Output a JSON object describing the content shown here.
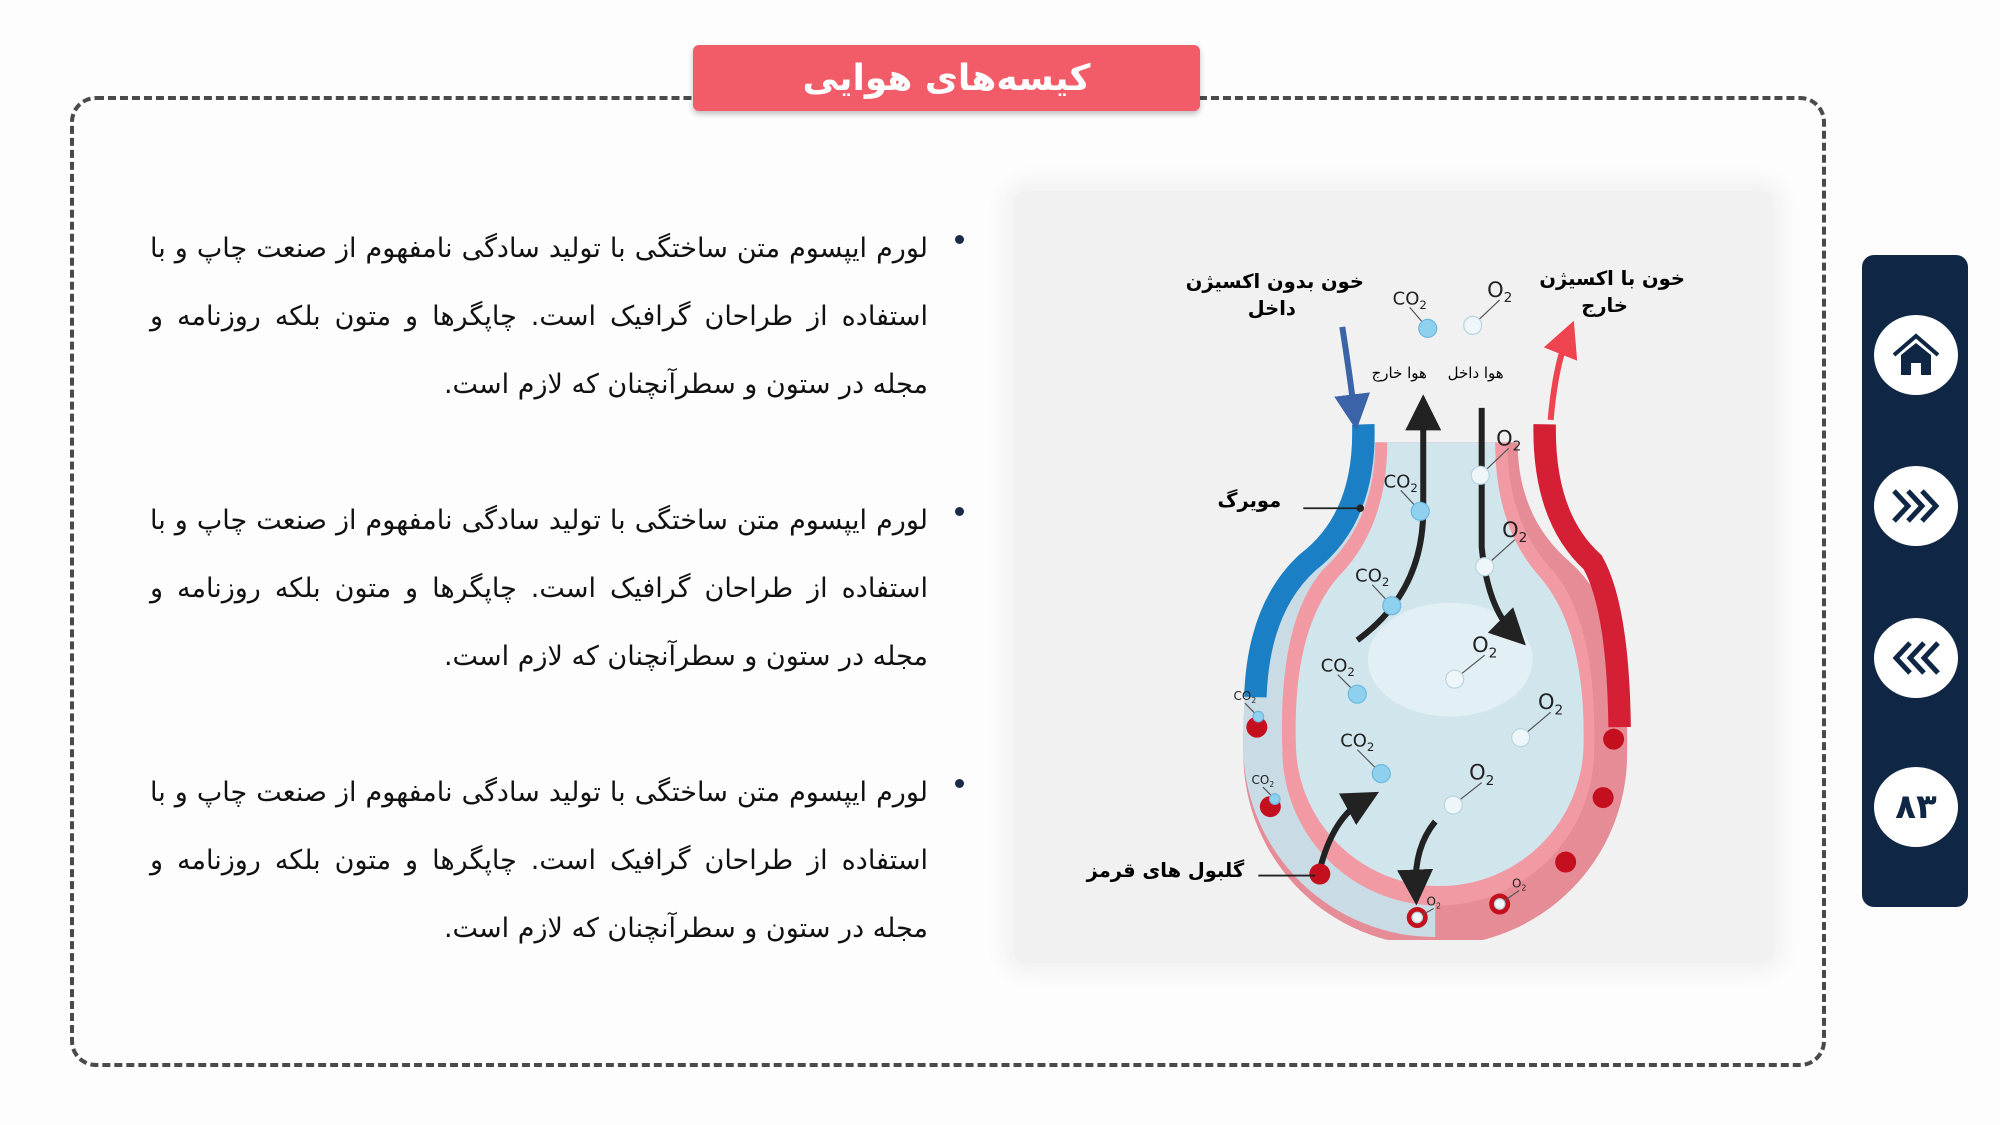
{
  "header": {
    "title": "کیسه‌های هوایی"
  },
  "paragraphs": [
    "لورم ایپسوم متن ساختگی با تولید سادگی نامفهوم از صنعت چاپ و با استفاده از طراحان گرافیک است. چاپگرها و متون بلکه روزنامه و مجله در ستون و سطرآنچنان که لازم است.",
    "لورم ایپسوم متن ساختگی با تولید سادگی نامفهوم از صنعت چاپ و با استفاده از طراحان گرافیک است. چاپگرها و متون بلکه روزنامه و مجله در ستون و سطرآنچنان که لازم است.",
    "لورم ایپسوم متن ساختگی با تولید سادگی نامفهوم از صنعت چاپ و با استفاده از طراحان گرافیک است. چاپگرها و متون بلکه روزنامه و مجله در ستون و سطرآنچنان که لازم است."
  ],
  "diagram": {
    "deoxy_line1": "خون بدون اکسیژن",
    "deoxy_line2": "داخل",
    "oxy_line1": "خون با اکسیژن",
    "oxy_line2": "خارج",
    "air_out": "هوا خارج",
    "air_in": "هوا داخل",
    "capillary": "مویرگ",
    "red_cells": "گلبول های قرمز",
    "co2": "CO",
    "o2": "O",
    "subscript": "2",
    "colors": {
      "deoxy": "#1a7fc4",
      "oxy": "#d51f35",
      "alveolus": "#cfe2ea",
      "wall": "#f1959e"
    }
  },
  "nav": {
    "page_number": "۸۳"
  },
  "colors": {
    "title_bg": "#f25c69",
    "sidebar_bg": "#0f2744"
  }
}
